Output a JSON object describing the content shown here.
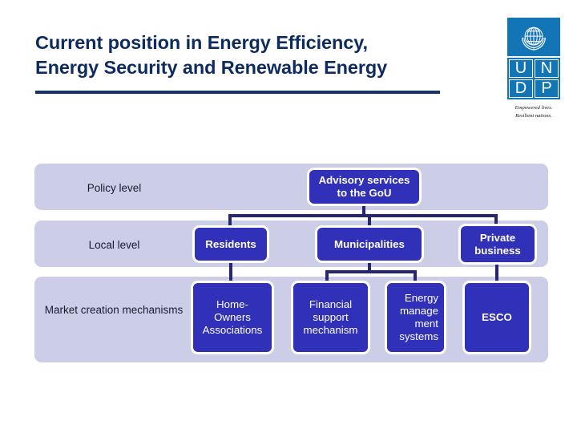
{
  "header": {
    "title": "Current position in Energy Efficiency, Energy Security and Renewable Energy",
    "title_line1": "Current position in Energy Efficiency,",
    "title_line2": "Energy Security and Renewable Energy",
    "rule_color": "#123468",
    "title_color": "#0d2b5e"
  },
  "logo": {
    "name": "UNDP",
    "letters": [
      "U",
      "N",
      "D",
      "P"
    ],
    "tagline_line1": "Empowered lives.",
    "tagline_line2": "Resilient nations.",
    "color": "#1375b5"
  },
  "diagram": {
    "band_color": "#cccee8",
    "node_color": "#3030b8",
    "connector_color": "#262673",
    "rows": [
      {
        "label": "Policy level",
        "nodes": [
          {
            "label": "Advisory services to the GoU",
            "bold": true,
            "align": "center"
          }
        ]
      },
      {
        "label": "Local level",
        "nodes": [
          {
            "label": "Residents",
            "bold": true,
            "align": "center"
          },
          {
            "label": "Municipalities",
            "bold": true,
            "align": "center"
          },
          {
            "label": "Private business",
            "bold": true,
            "align": "center"
          }
        ]
      },
      {
        "label": "Market creation mechanisms",
        "nodes": [
          {
            "label": "Home-Owners Associations",
            "bold": false,
            "align": "center"
          },
          {
            "label": "Financial support mechanism",
            "bold": false,
            "align": "center"
          },
          {
            "label": "Energy manage ment systems",
            "bold": false,
            "align": "right"
          },
          {
            "label": "ESCO",
            "bold": true,
            "align": "center"
          }
        ]
      }
    ],
    "nodes": {
      "advisory": "Advisory services\nto the GoU",
      "residents": "Residents",
      "municipalities": "Municipalities",
      "private_business": "Private\nbusiness",
      "home_owners_associations": "Home-\nOwners\nAssociations",
      "financial_support": "Financial\nsupport\nmechanism",
      "energy_management": "Energy\nmanage\nment\nsystems",
      "esco": "ESCO"
    },
    "labels": {
      "policy_level": "Policy level",
      "local_level": "Local level",
      "market_creation": "Market creation\nmechanisms"
    }
  }
}
